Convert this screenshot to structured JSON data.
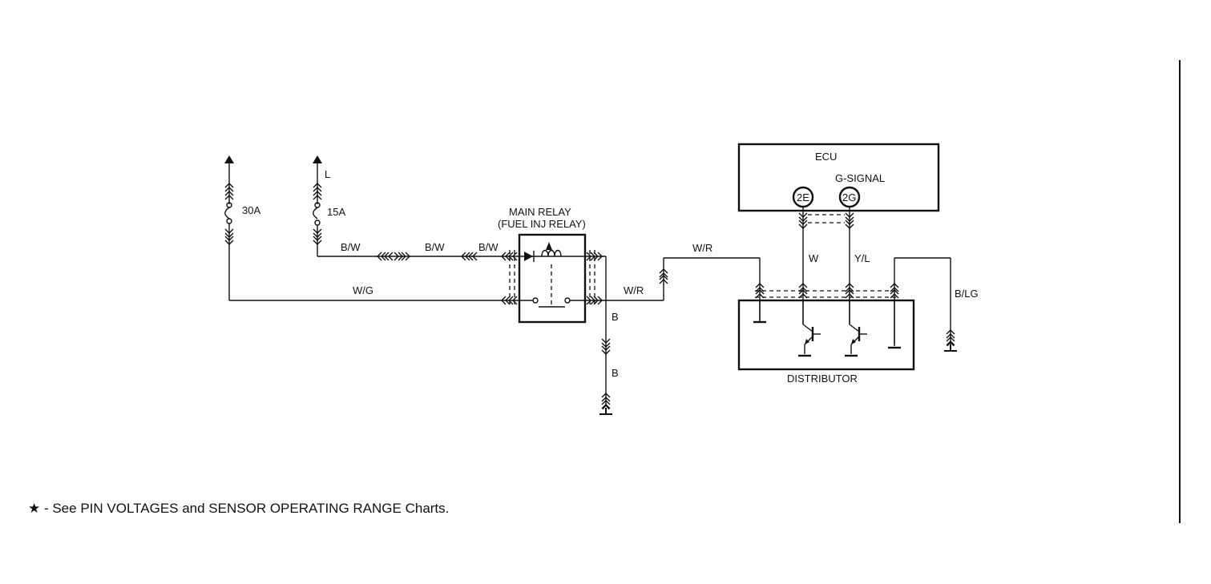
{
  "diagram": {
    "fuses": {
      "main": "30A",
      "ignition": "15A"
    },
    "supply_label": "L",
    "relay": {
      "title": "MAIN RELAY",
      "subtitle": "(FUEL INJ RELAY)"
    },
    "ecu": {
      "title": "ECU",
      "signal_label": "G-SIGNAL",
      "pin_2e": "2E",
      "pin_2g": "2G"
    },
    "distributor": {
      "title": "DISTRIBUTOR"
    },
    "wires": {
      "bw_1": "B/W",
      "bw_2": "B/W",
      "bw_3": "B/W",
      "wg": "W/G",
      "wr_1": "W/R",
      "wr_2": "W/R",
      "b_1": "B",
      "b_2": "B",
      "w": "W",
      "yl": "Y/L",
      "blg": "B/LG"
    },
    "footnote": "★ - See PIN VOLTAGES and SENSOR OPERATING RANGE Charts."
  }
}
